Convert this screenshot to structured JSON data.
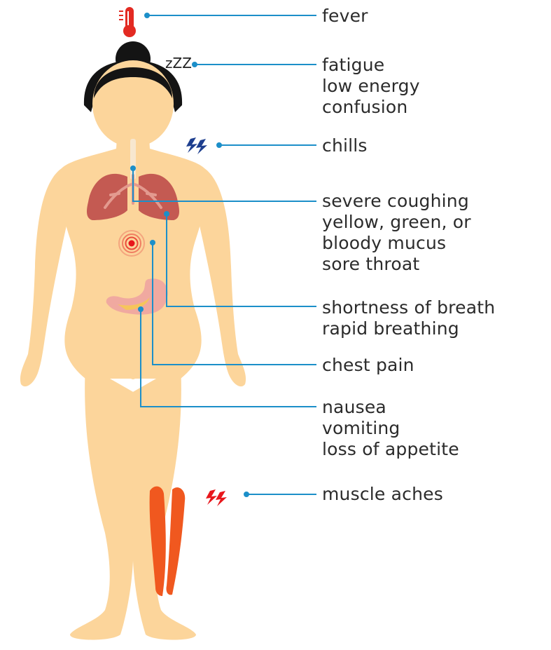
{
  "colors": {
    "skin": "#fcd59b",
    "hair": "#141414",
    "leader_line": "#1c8fc9",
    "lungs": "#c45a52",
    "lungs_light": "#e39a8f",
    "stomach": "#f0a9a0",
    "stomach_inner": "#f6c55b",
    "chest_pain": "#e8161b",
    "muscle": "#f0581f",
    "thermometer": "#e32a22",
    "chills_icon": "#1e3f8f",
    "text": "#2b2b2b"
  },
  "icons": {
    "fever": "thermometer-icon",
    "fatigue": "sleep-zzz-icon",
    "chills": "shiver-bolts-icon",
    "chest_pain": "pain-target-icon",
    "muscle_aches": "pain-bolts-icon"
  },
  "sleep_icon_text": "zZZ",
  "labels": {
    "fever": [
      "fever"
    ],
    "fatigue": [
      "fatigue",
      "low energy",
      "confusion"
    ],
    "chills": [
      "chills"
    ],
    "cough": [
      "severe coughing",
      "yellow, green, or",
      "bloody mucus",
      "sore throat"
    ],
    "breath": [
      "shortness of breath",
      "rapid breathing"
    ],
    "chest_pain": [
      "chest pain"
    ],
    "nausea": [
      "nausea",
      "vomiting",
      "loss of appetite"
    ],
    "muscle_aches": [
      "muscle aches"
    ]
  }
}
